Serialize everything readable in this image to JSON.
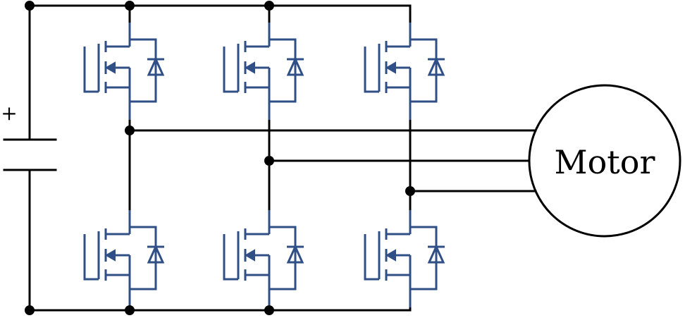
{
  "motor": {
    "label": "Motor"
  },
  "source": {
    "plus_label": "+"
  },
  "colors": {
    "wire": "#000000",
    "device": "#2f4f86",
    "background": "#ffffff"
  },
  "legs": [
    {
      "name": "leg-a"
    },
    {
      "name": "leg-b"
    },
    {
      "name": "leg-c"
    }
  ]
}
